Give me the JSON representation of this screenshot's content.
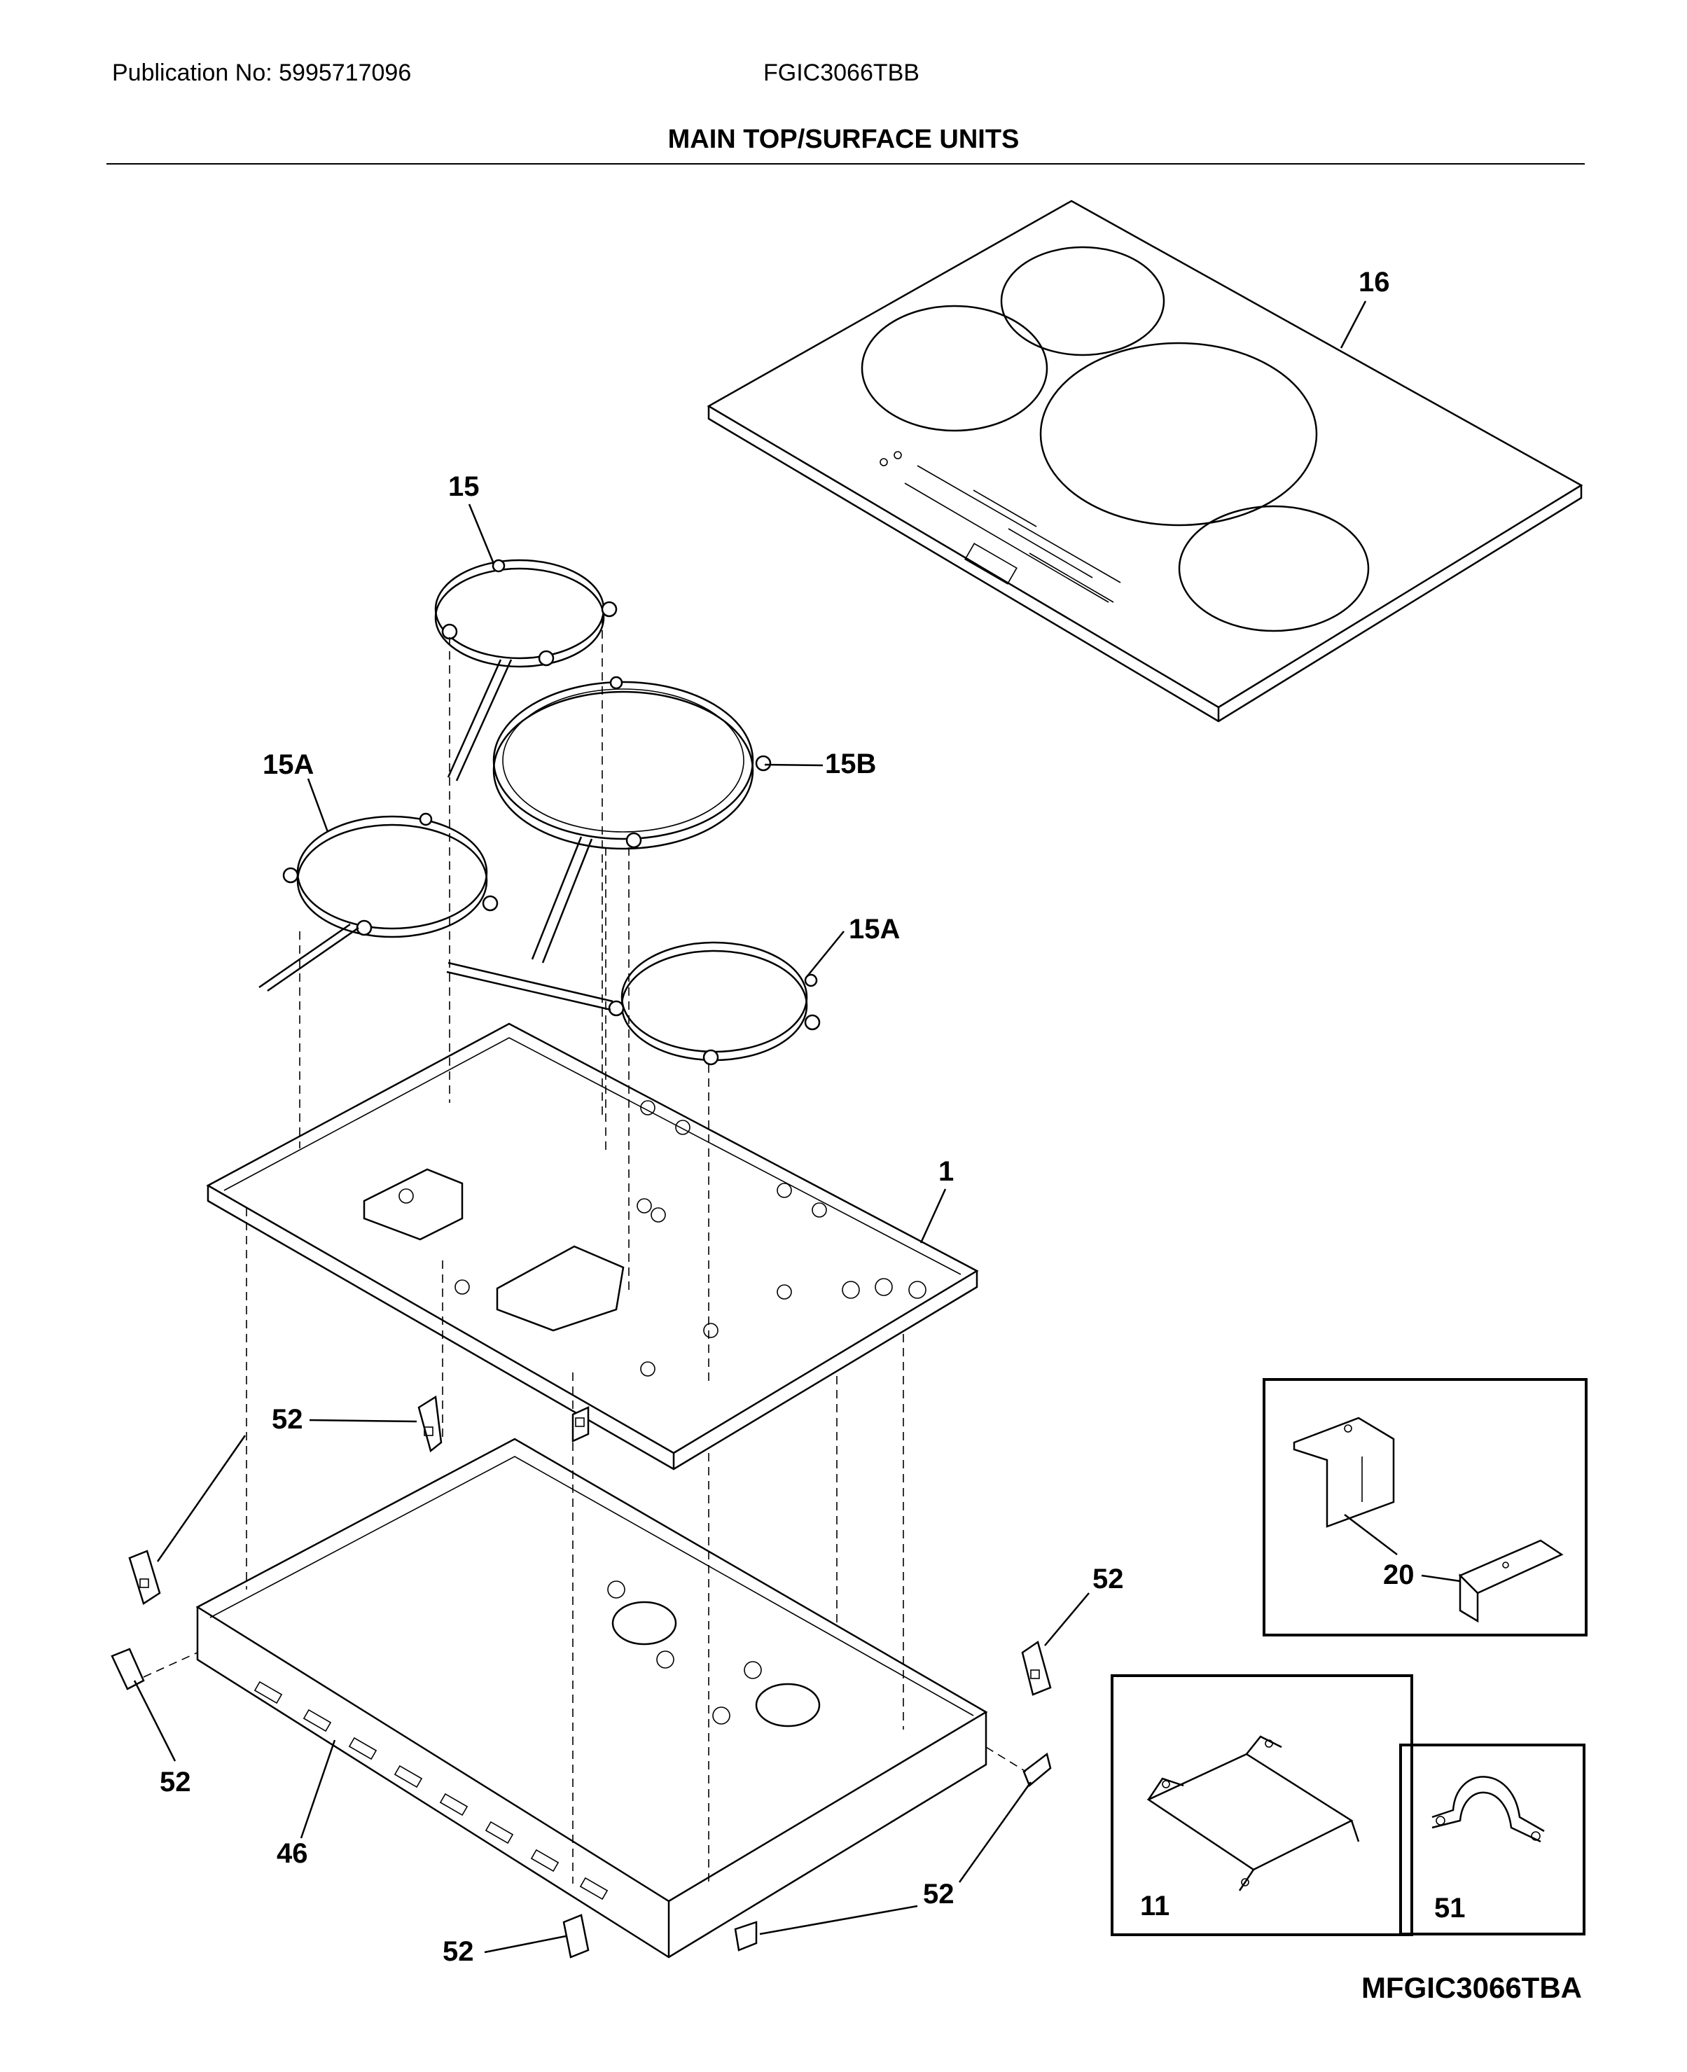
{
  "header": {
    "publication": "Publication No: 5995717096",
    "model": "FGIC3066TBB",
    "title": "MAIN TOP/SURFACE UNITS"
  },
  "callouts": {
    "glass_top": "16",
    "element_small": "15",
    "element_large": "15B",
    "element_left": "15A",
    "element_front": "15A",
    "top_frame": "1",
    "bracket_set": "20",
    "bracket_tl": "52",
    "bracket_far_left": "52",
    "bracket_left_bottom": "52",
    "bracket_right_top": "52",
    "bracket_right_bottom": "52",
    "bracket_bottom": "52",
    "bottom_pan": "46",
    "mount_bracket": "11",
    "wire_clamp": "51"
  },
  "footer": {
    "drawing_code": "MFGIC3066TBA"
  }
}
